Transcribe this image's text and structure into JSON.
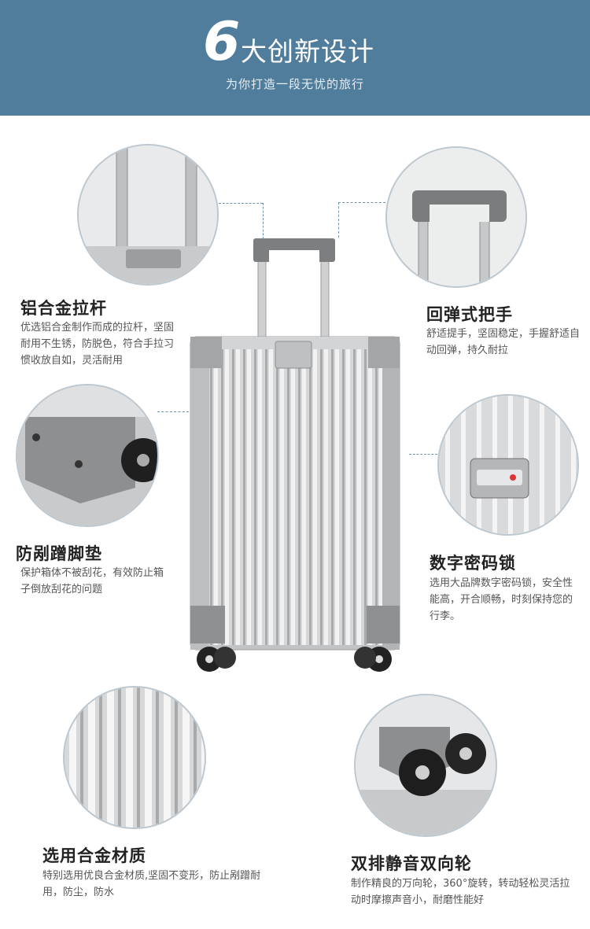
{
  "header": {
    "number": "6",
    "title": "大创新设计",
    "subtitle": "为你打造一段无忧的旅行"
  },
  "features": {
    "handle": {
      "title": "铝合金拉杆",
      "desc": "优选铝合金制作而成的拉杆，坚固耐用不生锈，防脱色，符合手拉习惯收放自如，灵活耐用"
    },
    "grip": {
      "title": "回弹式把手",
      "desc": "舒适提手，坚固稳定，手握舒适自动回弹，持久耐拉"
    },
    "corner": {
      "title": "防剐蹭脚垫",
      "desc": "保护箱体不被刮花，有效防止箱子倒放刮花的问题"
    },
    "lock": {
      "title": "数字密码锁",
      "desc": "选用大品牌数字密码锁，安全性能高，开合顺畅，时刻保持您的行李。"
    },
    "material": {
      "title": "选用合金材质",
      "desc": "特别选用优良合金材质,坚固不变形，防止剐蹭耐用，防尘，防水"
    },
    "wheels": {
      "title": "双排静音双向轮",
      "desc": "制作精良的万向轮，360°旋转，转动轻松灵活拉动时摩擦声音小，耐磨性能好"
    }
  },
  "colors": {
    "header_bg": "#507d9c",
    "accent_dash": "#6f93ad",
    "suitcase": "#c9cacb"
  }
}
